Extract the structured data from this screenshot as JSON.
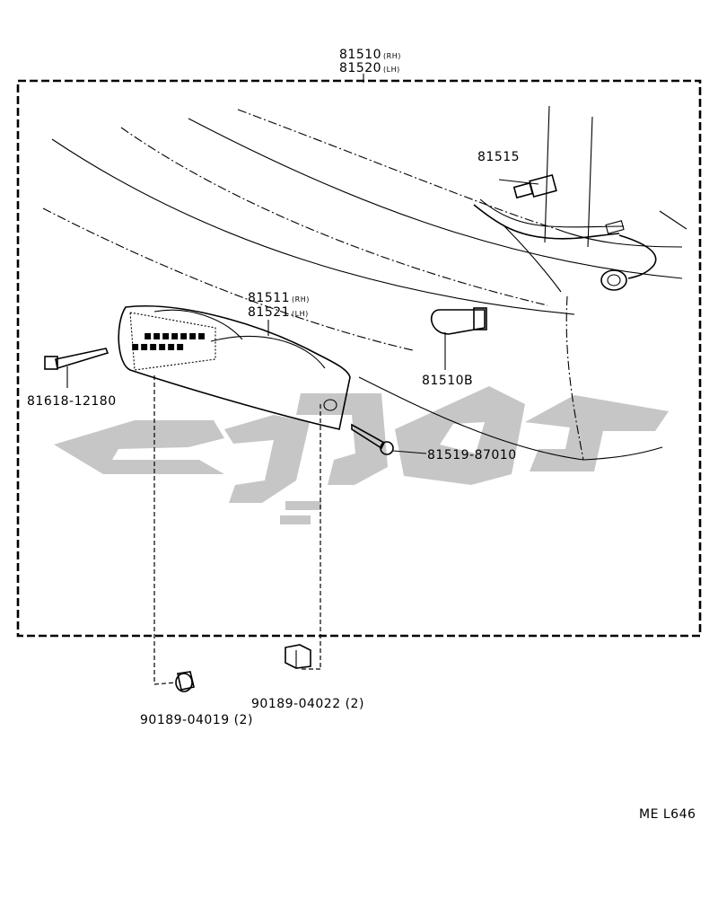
{
  "labels": {
    "assembly": {
      "rh": "81510",
      "rh_side": "(RH)",
      "lh": "81520",
      "lh_side": "(LH)"
    },
    "harness": "81515",
    "lens": {
      "rh": "81511",
      "rh_side": "(RH)",
      "lh": "81521",
      "lh_side": "(LH)"
    },
    "bulb": "81510B",
    "screw_left": "81618-12180",
    "screw_right": "81519-87010",
    "nut_left": "90189-04019 (2)",
    "nut_right": "90189-04022 (2)",
    "code": "ME L646"
  }
}
